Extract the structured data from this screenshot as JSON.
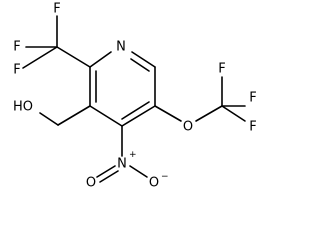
{
  "molecule": {
    "atoms": {
      "ring_n": "N",
      "f1": "F",
      "f2": "F",
      "f3": "F",
      "hydroxyl": "HO",
      "nitro_n": "N",
      "nitro_plus": "+",
      "nitro_o1": "O",
      "nitro_o2": "O",
      "nitro_minus": "−",
      "ether_o": "O",
      "f4": "F",
      "f5": "F",
      "f6": "F"
    }
  }
}
